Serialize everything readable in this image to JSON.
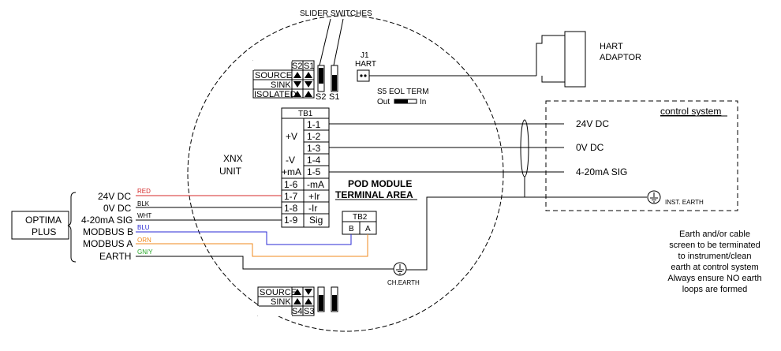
{
  "title": "SLIDER SWITCHES",
  "hart_adaptor": "HART\nADAPTOR",
  "j1": "J1",
  "hart": "HART",
  "switches_top": {
    "col_s2": "S2",
    "col_s1": "S1",
    "rows": [
      "SOURCE",
      "SINK",
      "ISOLATED"
    ],
    "label_s2": "S2",
    "label_s1": "S1"
  },
  "s5": {
    "label": "S5  EOL  TERM",
    "out": "Out",
    "in": "In"
  },
  "tb1": {
    "header": "TB1",
    "terms": [
      "1-1",
      "1-2",
      "1-3",
      "1-4",
      "1-5",
      "1-6",
      "1-7",
      "1-8",
      "1-9"
    ],
    "left_labels": [
      "+V",
      "-V",
      "+mA"
    ],
    "right_labels": [
      "-mA",
      "+Ir",
      "-Ir",
      "Sig"
    ]
  },
  "unit_label": "XNX\nUNIT",
  "pod_module": "POD MODULE\nTERMINAL AREA",
  "tb2": {
    "header": "TB2",
    "b": "B",
    "a": "A"
  },
  "ch_earth": "CH.EARTH",
  "control_system": {
    "title": "control system",
    "signals": [
      "24V DC",
      "0V DC",
      "4-20mA SIG"
    ],
    "inst_earth": "INST.  EARTH"
  },
  "optima": {
    "label": "OPTIMA\nPLUS",
    "signals": [
      "24V DC",
      "0V DC",
      "4-20mA SIG",
      "MODBUS B",
      "MODBUS A",
      "EARTH"
    ],
    "wire_codes": [
      "RED",
      "BLK",
      "WHT",
      "BLU",
      "ORN",
      "GN/Y"
    ]
  },
  "switches_bottom": {
    "rows": [
      "SOURCE",
      "SINK"
    ],
    "col_s4": "S4",
    "col_s3": "S3"
  },
  "note": "Earth and/or cable\nscreen to be terminated\nto instrument/clean\nearth at control system\nAlways ensure NO earth\nloops are formed",
  "colors": {
    "red": "#d42a2a",
    "blue": "#2a2ad4",
    "orange": "#f08a1c",
    "green": "#2aa82a",
    "black": "#000000"
  }
}
